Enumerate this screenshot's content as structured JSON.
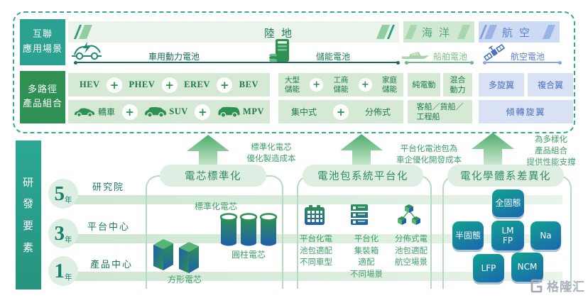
{
  "colors": {
    "teal": "#2aa191",
    "green": "#2e9153",
    "dark_green_text": "#1e7a4e",
    "light_green_cell": "#d5e9d5",
    "band_land_bg": "#eaf4ea",
    "band_ocean_bg": "#cfe8d2",
    "band_air_bg": "#ccdbf3",
    "blue_text": "#4a6fbd",
    "light_blue_cell": "#d9e2f4",
    "annotation_green": "#3f9e68",
    "chem_gradient_start": "#10a390",
    "chem_gradient_end": "#1a6dab"
  },
  "icons": {
    "plus": "+"
  },
  "top_panel": {
    "scenario_label": "互聯\n應用場景",
    "portfolio_label": "多路徑\n產品組合",
    "bands": {
      "land": "陸地",
      "ocean": "海洋",
      "air": "航空"
    },
    "batteries": {
      "vehicle": "車用動力電池",
      "storage": "儲能電池",
      "ship": "船舶電池",
      "aviation": "航空電池"
    },
    "land_row1": [
      "HEV",
      "PHEV",
      "EREV",
      "BEV"
    ],
    "land_row2": [
      "轎車",
      "SUV",
      "MPV"
    ],
    "storage_row1": [
      "大型\n儲能",
      "工商\n儲能",
      "家庭\n儲能"
    ],
    "storage_row2": [
      "集中式",
      "分佈式"
    ],
    "marine_row1": [
      "純電動",
      "混合\n動力"
    ],
    "marine_row2": "客船／貨船／\n工程船",
    "air_row1": [
      "多旋翼",
      "複合翼"
    ],
    "air_row2": "傾轉旋翼"
  },
  "bottom_panel": {
    "side_label": "研\n發\n要\n素",
    "timeline": [
      {
        "num": "5",
        "unit": "年",
        "label": "研究院"
      },
      {
        "num": "3",
        "unit": "年",
        "label": "平台中心"
      },
      {
        "num": "1",
        "unit": "年",
        "label": "產品中心"
      }
    ],
    "groups": [
      {
        "pill": "電芯標準化",
        "annotation": "標準化電芯\n優化製造成本",
        "items": {
          "std_cell": "標準化電芯",
          "prismatic": "方形電芯",
          "cylindrical": "圓柱電芯"
        }
      },
      {
        "pill": "電池包系統平台化",
        "annotation": "平台化電池包為\n車企優化開發成本",
        "items": [
          "平台化電\n池包適配\n不同車型",
          "平台化\n集裝箱\n適配\n不同場景",
          "分佈式電\n池包適配\n航空場景"
        ]
      },
      {
        "pill": "電化學體系差異化",
        "annotation": "為多樣化\n產品組合\n提供性能支撐",
        "chems": [
          "全固態",
          "半固態",
          "LM\nFP",
          "Na",
          "LFP",
          "NCM"
        ]
      }
    ]
  },
  "watermark": "格隆汇"
}
